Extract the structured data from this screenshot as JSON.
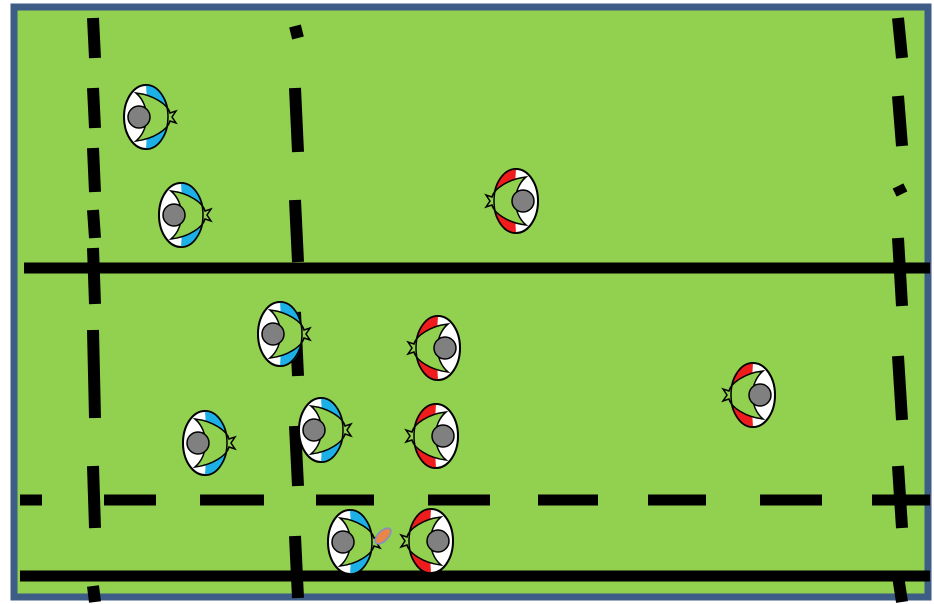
{
  "colors": {
    "pitch": "#92d050",
    "border": "#3e5d86",
    "line": "#000000",
    "blue_team": "#1cb0e6",
    "red_team": "#ee1c1c",
    "jersey_white": "#ffffff",
    "head": "#808080",
    "ball": "#e8864a",
    "ball_stroke": "#7f8fc8"
  },
  "teams": [
    {
      "name": "blue",
      "facing": "right",
      "color": "blue_team"
    },
    {
      "name": "red",
      "facing": "left",
      "color": "red_team"
    }
  ],
  "ball": {
    "shape": "oval-ball",
    "holder_team": "blue"
  }
}
